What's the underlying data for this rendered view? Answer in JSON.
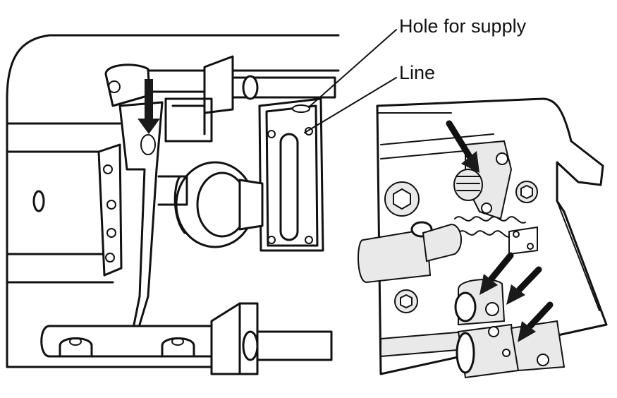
{
  "labels": {
    "hole_for_supply": "Hole for supply",
    "line": "Line"
  },
  "figures": {
    "left": "sewing-machine-hook-assembly-line-drawing",
    "right": "needle-bar-mechanism-oiling-points-photo"
  },
  "colors": {
    "ink": "#111111",
    "background": "#ffffff",
    "photo_tone": "#e9e9e9"
  }
}
